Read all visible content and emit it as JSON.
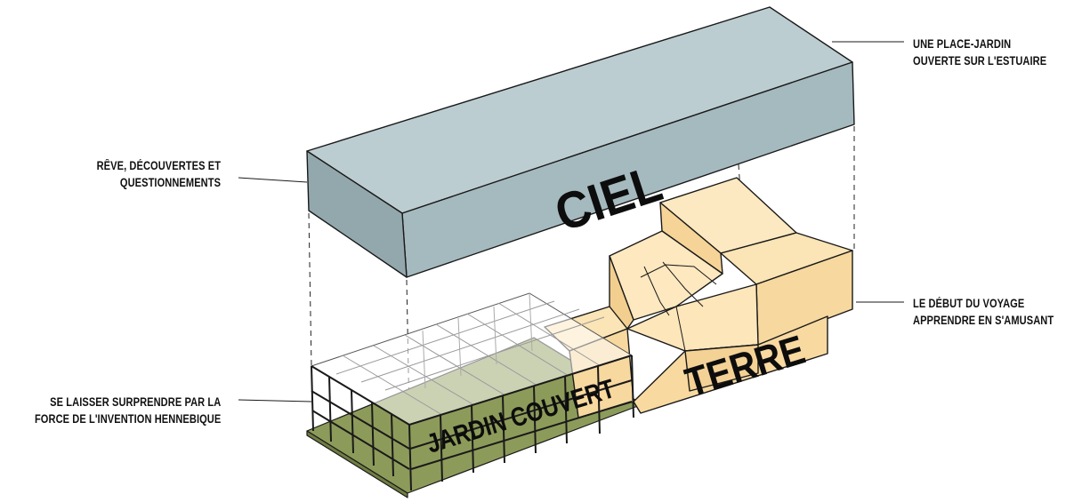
{
  "volumes": {
    "ciel": "CIEL",
    "terre": "TERRE",
    "jardin": "JARDIN COUVERT"
  },
  "notes": {
    "reve": [
      "RÊVE, DÉCOUVERTES ET",
      "QUESTIONNEMENTS"
    ],
    "hennebique": [
      "SE LAISSER SURPRENDRE PAR LA",
      "FORCE DE L'INVENTION HENNEBIQUE"
    ],
    "place": [
      "UNE PLACE-JARDIN",
      "OUVERTE SUR L'ESTUAIRE"
    ],
    "debut": [
      "LE DÉBUT DU VOYAGE",
      "APPRENDRE EN S'AMUSANT"
    ]
  },
  "colors": {
    "ciel_top": "#b9cbcf",
    "ciel_front": "#a3b8bd",
    "ciel_side": "#8fa4a9",
    "terre_light": "#fbe6bd",
    "terre_mid": "#f8d9a0",
    "terre_dark": "#f0c784",
    "garden": "#8c9a58",
    "line": "#1a1a1a"
  }
}
